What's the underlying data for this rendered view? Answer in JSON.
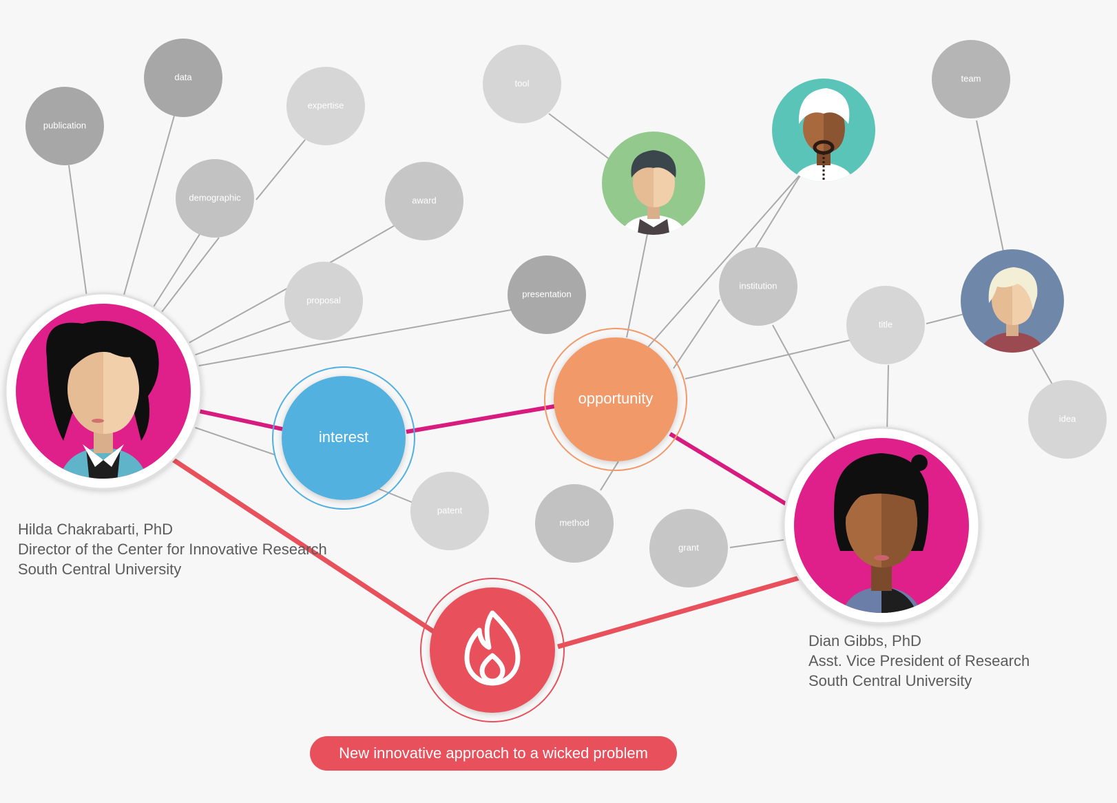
{
  "colors": {
    "background": "#f7f7f7",
    "connector_gray": "#a9a9a9",
    "connector_magenta": "#d81b7f",
    "connector_red": "#e8515c",
    "hub_interest": "#52b1df",
    "hub_opportunity": "#f2996b",
    "hub_fire": "#e8515c",
    "avatar_magenta": "#e0208a",
    "text_gray": "#5b5b5b"
  },
  "keywords": {
    "publication": "publication",
    "data": "data",
    "expertise": "expertise",
    "demographic": "demographic",
    "award": "award",
    "proposal": "proposal",
    "presentation": "presentation",
    "tool": "tool",
    "team": "team",
    "institution": "institution",
    "title": "title",
    "idea": "idea",
    "patent": "patent",
    "method": "method",
    "grant": "grant"
  },
  "hubs": {
    "interest": "interest",
    "opportunity": "opportunity",
    "fire_icon": "flame-icon"
  },
  "people": {
    "hilda": {
      "name": "Hilda Chakrabarti, PhD",
      "role": "Director of the Center for Innovative Research",
      "org": "South Central University"
    },
    "dian": {
      "name": "Dian Gibbs, PhD",
      "role": "Asst. Vice President of Research",
      "org": "South Central University"
    }
  },
  "banner": {
    "text": "New innovative approach to a wicked problem"
  }
}
